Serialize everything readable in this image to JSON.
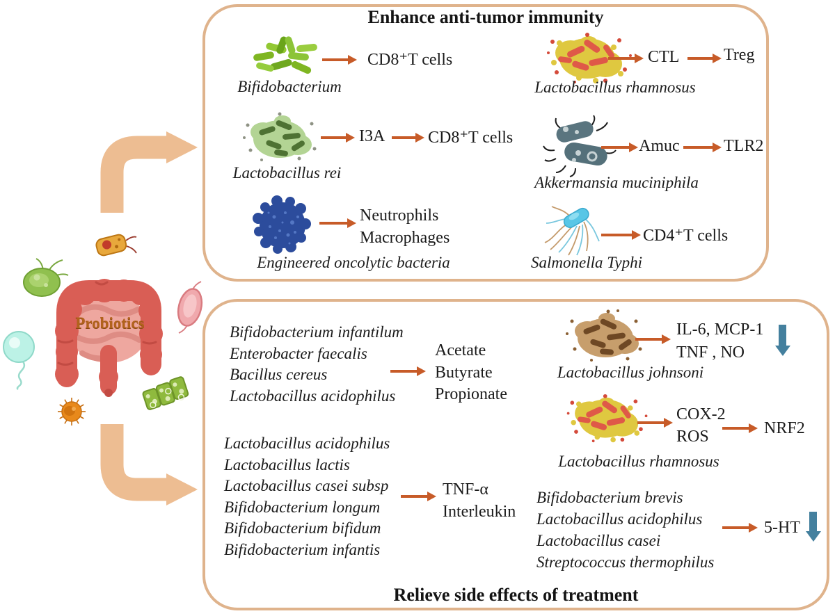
{
  "canvas": {
    "probiotics_label": "Probiotics"
  },
  "top_box": {
    "title": "Enhance anti-tumor immunity",
    "bifidobacterium": {
      "label": "Bifidobacterium",
      "target": "CD8⁺T cells"
    },
    "rhamnosus": {
      "label": "Lactobacillus rhamnosus",
      "mediator": "CTL",
      "target": "Treg"
    },
    "rei": {
      "label": "Lactobacillus rei",
      "mediator": "I3A",
      "target": "CD8⁺T cells"
    },
    "akkermansia": {
      "label": "Akkermansia muciniphila",
      "mediator": "Amuc",
      "target": "TLR2"
    },
    "oncolytic": {
      "label": "Engineered oncolytic bacteria",
      "target1": "Neutrophils",
      "target2": "Macrophages"
    },
    "salmonella": {
      "label": "Salmonella Typhi",
      "target": "CD4⁺T cells"
    }
  },
  "bottom_box": {
    "title": "Relieve side effects of treatment",
    "scfa_group": {
      "bacteria": [
        "Bifidobacterium infantilum",
        "Enterobacter faecalis",
        "Bacillus cereus",
        "Lactobacillus acidophilus"
      ],
      "products": [
        "Acetate",
        "Butyrate",
        "Propionate"
      ]
    },
    "cytokine_group": {
      "bacteria": [
        "Lactobacillus acidophilus",
        "Lactobacillus lactis",
        "Lactobacillus casei subsp",
        "Bifidobacterium longum",
        "Bifidobacterium bifidum",
        "Bifidobacterium infantis"
      ],
      "products": [
        "TNF-α",
        "Interleukin"
      ]
    },
    "johnsoni": {
      "label": "Lactobacillus johnsoni",
      "line1": "IL-6, MCP-1",
      "line2": "TNF , NO"
    },
    "rhamnosus2": {
      "label": "Lactobacillus rhamnosus",
      "line1": "COX-2",
      "line2": "ROS",
      "target": "NRF2"
    },
    "serotonin_group": {
      "bacteria": [
        "Bifidobacterium brevis",
        "Lactobacillus acidophilus",
        "Lactobacillus casei",
        "Streptococcus thermophilus"
      ],
      "target": "5-HT"
    }
  },
  "colors": {
    "box_border": "#DFB38C",
    "big_elbow_arrow": "#EDBD92",
    "pathway_arrow": "#C75B28",
    "down_arrow": "#44809E",
    "probiotics_text": "#B2621C"
  }
}
